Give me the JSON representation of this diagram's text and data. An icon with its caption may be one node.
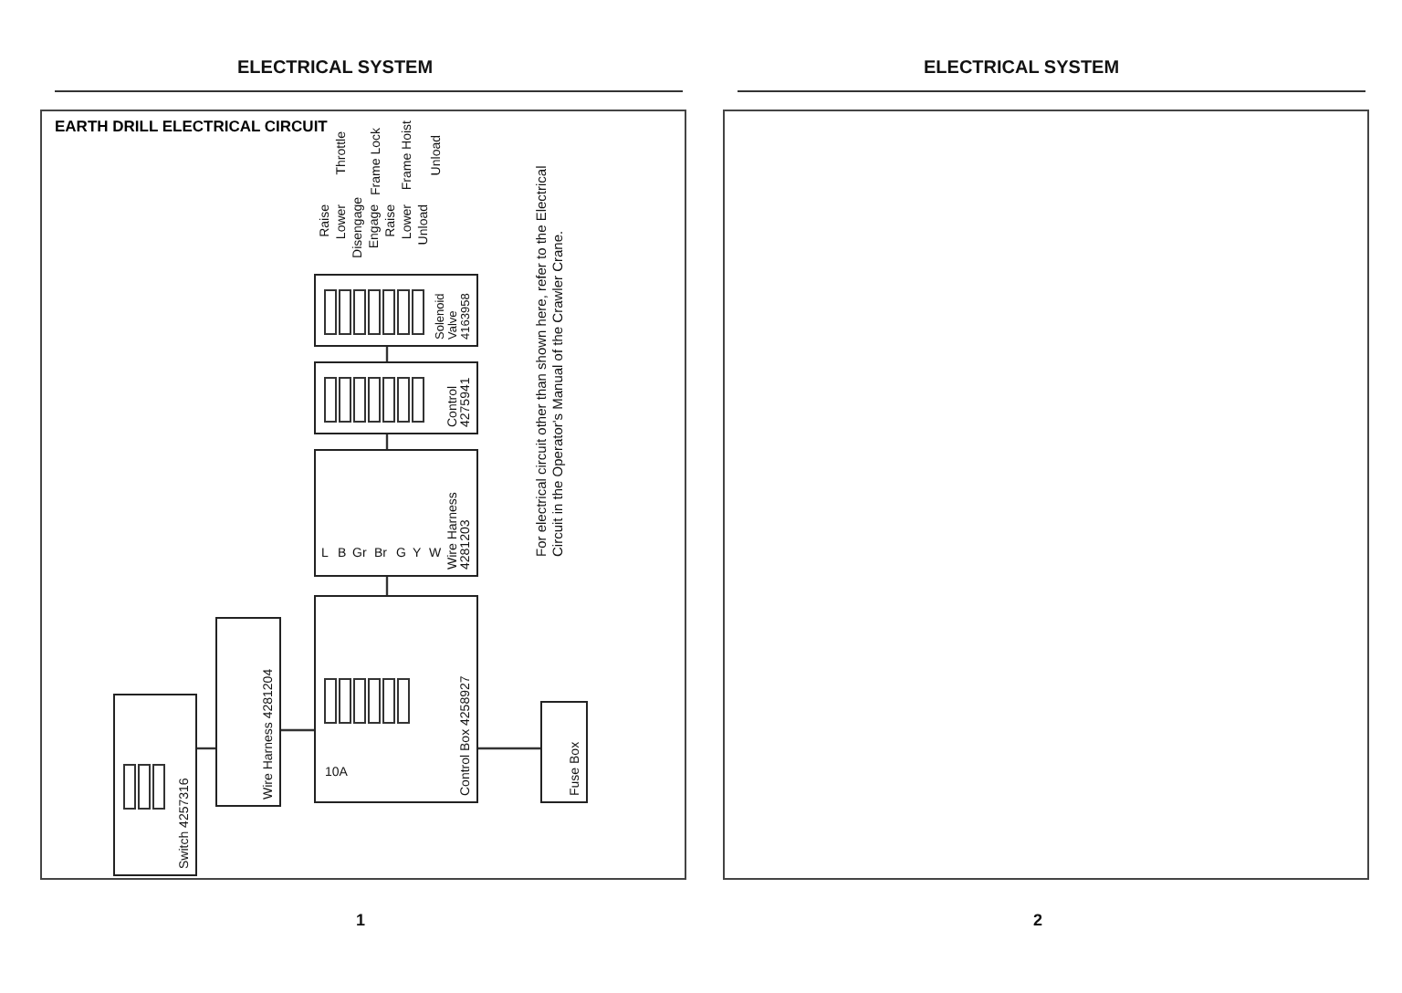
{
  "diagram": {
    "title": "EARTH DRILL ELECTRICAL CIRCUIT",
    "nodes": [
      {
        "text": [
          "Switch 4257316"
        ]
      },
      {
        "text": [
          "Wire Harness 4281204"
        ]
      },
      {
        "text": [
          "Control Box 4258927"
        ]
      },
      {
        "text": [
          "Wire Harness 4281203"
        ]
      },
      {
        "text": [
          "Control 4275941"
        ]
      },
      {
        "text": [
          "Solenoid Valve 4163958"
        ]
      },
      {
        "text": [
          "Fuse Box"
        ]
      }
    ],
    "edges": [
      {
        "from": 0,
        "to": 1,
        "arrow": "none"
      },
      {
        "from": 1,
        "to": 2,
        "arrow": "none"
      },
      {
        "from": 2,
        "to": 3,
        "arrow": "none"
      },
      {
        "from": 3,
        "to": 4,
        "arrow": "none"
      },
      {
        "from": 4,
        "to": 5,
        "arrow": "none"
      },
      {
        "from": 6,
        "to": 2,
        "arrow": "none"
      }
    ],
    "labels": [
      "ELECTRICAL SYSTEM",
      "ELECTRICAL SYSTEM",
      "Throttle",
      "Frame Lock",
      "Frame Hoist",
      "Unload",
      "Raise",
      "Lower",
      "Disengage",
      "Engage",
      "Raise",
      "Lower",
      "Unload",
      "L",
      "B",
      "Gr",
      "Br",
      "G",
      "Y",
      "W",
      "10A",
      "For electrical circuit other than shown here, refer to the Electrical Circuit in the Operator's Manual of the Crawler Crane.",
      "1",
      "2"
    ]
  }
}
